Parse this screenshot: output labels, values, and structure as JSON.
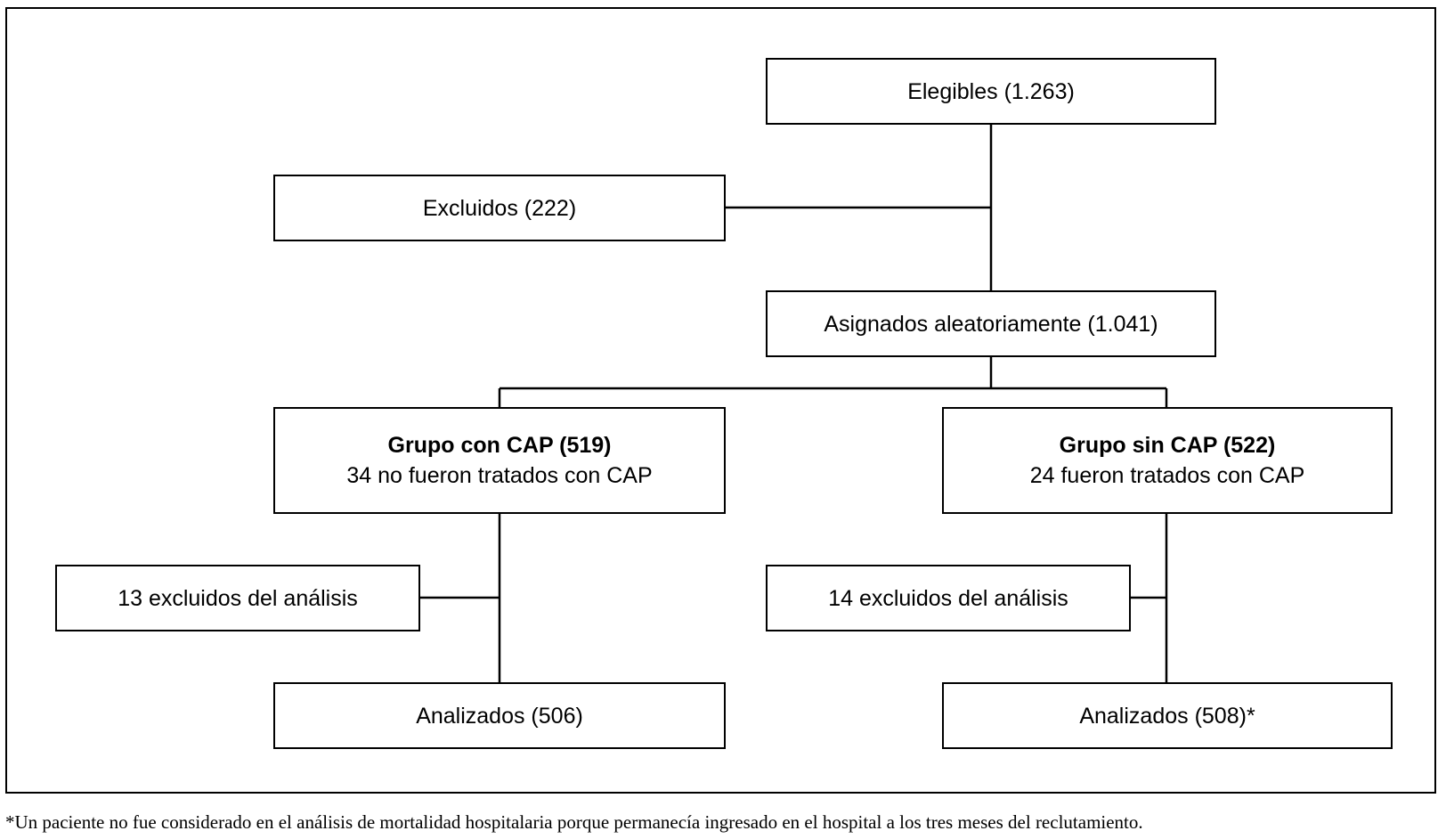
{
  "flowchart": {
    "elegibles": "Elegibles (1.263)",
    "excluidos": "Excluidos (222)",
    "asignados": "Asignados aleatoriamente (1.041)",
    "grupo_con": {
      "title": "Grupo con CAP (519)",
      "note": "34 no fueron tratados con CAP"
    },
    "grupo_sin": {
      "title": "Grupo sin CAP (522)",
      "note": "24 fueron tratados con CAP"
    },
    "excluidos_con": "13 excluidos del análisis",
    "excluidos_sin": "14 excluidos del análisis",
    "analizados_con": "Analizados (506)",
    "analizados_sin": "Analizados (508)*"
  },
  "footnote": "*Un paciente no fue considerado en el análisis de mortalidad hospitalaria porque permanecía ingresado en el hospital a los tres meses del reclutamiento."
}
